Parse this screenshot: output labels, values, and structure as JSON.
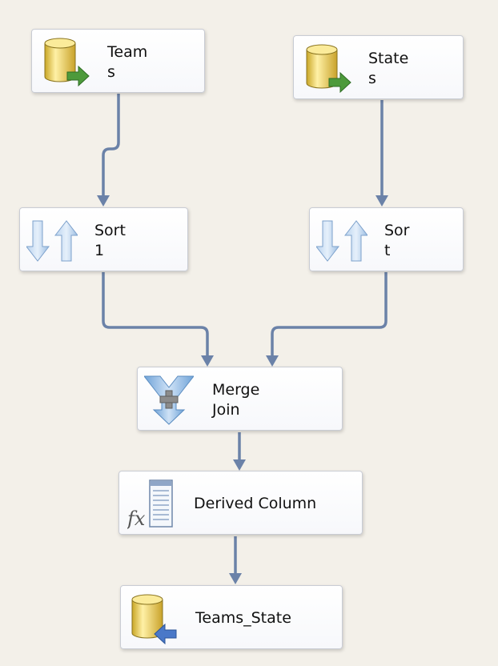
{
  "flow": {
    "nodes": {
      "teams": {
        "line1": "Team",
        "line2": "s",
        "icon": "database-source-icon"
      },
      "states": {
        "line1": "State",
        "line2": "s",
        "icon": "database-source-icon"
      },
      "sort1": {
        "line1": "Sort",
        "line2": "1",
        "icon": "sort-arrows-icon"
      },
      "sort2": {
        "line1": "Sor",
        "line2": "t",
        "icon": "sort-arrows-icon"
      },
      "merge": {
        "line1": "Merge",
        "line2": "Join",
        "icon": "merge-join-icon"
      },
      "derived": {
        "label": "Derived Column",
        "icon": "derived-column-fx-icon"
      },
      "dest": {
        "label": "Teams_State",
        "icon": "database-destination-icon"
      }
    }
  },
  "colors": {
    "canvas_bg": "#f3f0e9",
    "connector": "#6b82a8",
    "db_yellow": "#f2d66a",
    "arrow_green": "#4d9a3b",
    "arrow_blue": "#4a78c8",
    "sort_blue": "#8fb5dc"
  }
}
